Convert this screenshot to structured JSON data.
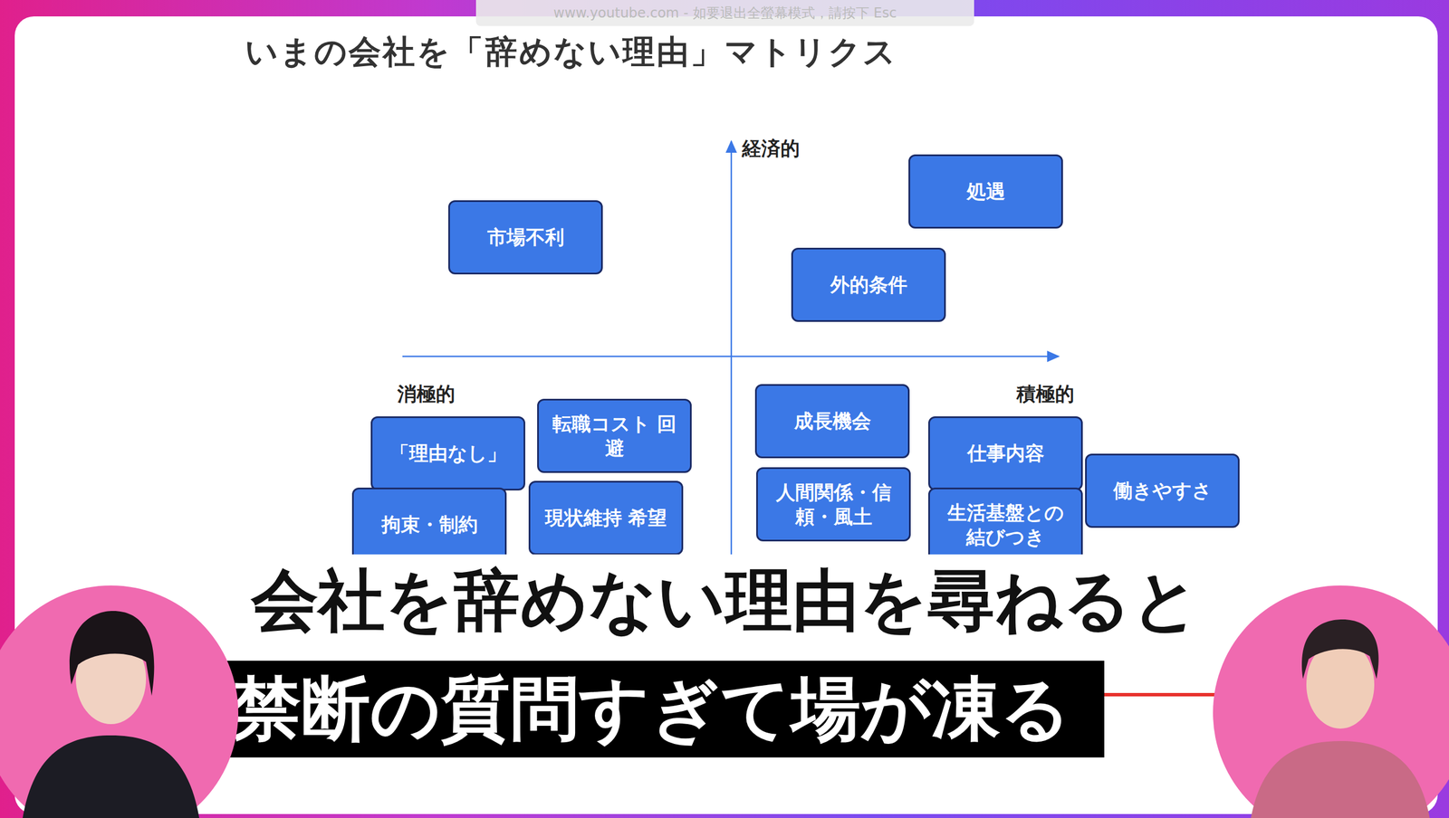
{
  "diagram": {
    "title": "いまの会社を「辞めない理由」マトリクス",
    "nodes": [
      {
        "text": [
          "市場不利"
        ]
      },
      {
        "text": [
          "処遇"
        ]
      },
      {
        "text": [
          "外的条件"
        ]
      },
      {
        "text": [
          "「理由なし」"
        ]
      },
      {
        "text": [
          "転職コスト 回避"
        ]
      },
      {
        "text": [
          "拘束・制約"
        ]
      },
      {
        "text": [
          "現状維持 希望"
        ]
      },
      {
        "text": [
          "成長機会"
        ]
      },
      {
        "text": [
          "仕事内容"
        ]
      },
      {
        "text": [
          "働きやすさ"
        ]
      },
      {
        "text": [
          "人間関係・信頼・風土"
        ]
      },
      {
        "text": [
          "生活基盤との 結びつき"
        ]
      }
    ],
    "labels": [
      "www.youtube.com - 如要退出全螢幕模式，請按下 Esc",
      "経済的",
      "消極的",
      "積極的",
      "会社を辞めない理由を尋ねると",
      "禁断の質問すぎて場が凍る"
    ]
  }
}
